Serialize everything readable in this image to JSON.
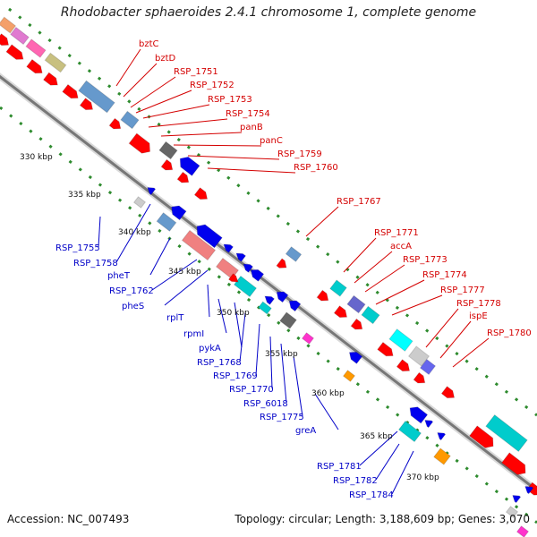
{
  "title": "Rhodobacter sphaeroides 2.4.1 chromosome 1, complete genome",
  "footer": {
    "accession": "Accession: NC_007493",
    "summary": "Topology: circular; Length: 3,188,609 bp; Genes: 3,070"
  },
  "kbp_ticks": [
    {
      "label": "330 kbp"
    },
    {
      "label": "335 kbp"
    },
    {
      "label": "340 kbp"
    },
    {
      "label": "345 kbp"
    },
    {
      "label": "350 kbp"
    },
    {
      "label": "355 kbp"
    },
    {
      "label": "360 kbp"
    },
    {
      "label": "365 kbp"
    },
    {
      "label": "370 kbp"
    }
  ],
  "outer_gene_labels": [
    "bztC",
    "bztD",
    "RSP_1751",
    "RSP_1752",
    "RSP_1753",
    "RSP_1754",
    "panB",
    "panC",
    "RSP_1759",
    "RSP_1760",
    "RSP_1767",
    "RSP_1771",
    "accA",
    "RSP_1773",
    "RSP_1774",
    "RSP_1777",
    "RSP_1778",
    "ispE",
    "RSP_1780"
  ],
  "inner_gene_labels": [
    "RSP_1755",
    "RSP_1758",
    "pheT",
    "RSP_1762",
    "pheS",
    "rplT",
    "rpmI",
    "pykA",
    "RSP_1768",
    "RSP_1769",
    "RSP_1770",
    "RSP_6018",
    "RSP_1775",
    "greA",
    "RSP_1781",
    "RSP_1782",
    "RSP_1784"
  ],
  "colors": {
    "forward_cds": "#ff0000",
    "reverse_cds": "#0000ff",
    "backbone": "#888888",
    "gc_dots": "#2e8b2e",
    "outer_label": "#d40000",
    "inner_label": "#0000c8"
  }
}
